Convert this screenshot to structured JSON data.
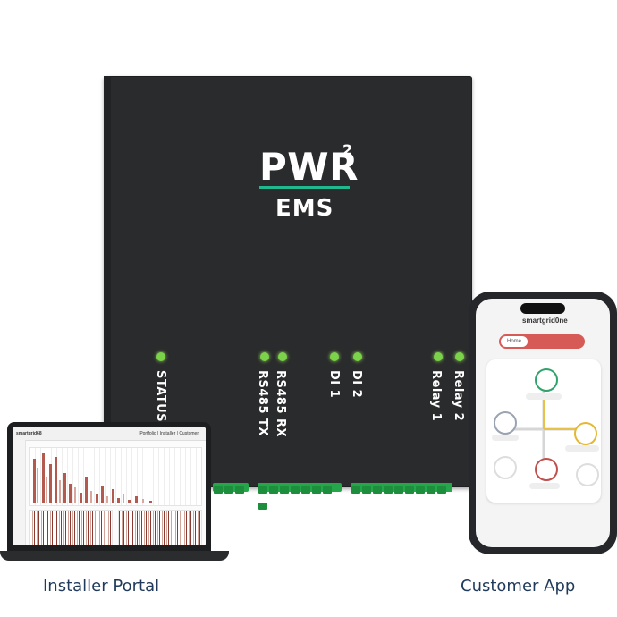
{
  "device": {
    "logo": "PWR",
    "logo_superscript": "2",
    "subtitle": "EMS",
    "accent_color": "#1fb88f",
    "led_color": "#7bd34a",
    "indicators": [
      {
        "label": "STATUS"
      },
      {
        "label": "RS485 TX"
      },
      {
        "label": "RS485 RX"
      },
      {
        "label": "DI 1"
      },
      {
        "label": "DI 2"
      },
      {
        "label": "Relay 1"
      },
      {
        "label": "Relay 2"
      }
    ]
  },
  "laptop": {
    "brand": "smartgrid68",
    "header_right": "Portfolio | Installer | Customer"
  },
  "phone": {
    "brand": "smartgrid0ne",
    "toggle_label": "Home"
  },
  "captions": {
    "left": "Installer Portal",
    "right": "Customer App"
  }
}
